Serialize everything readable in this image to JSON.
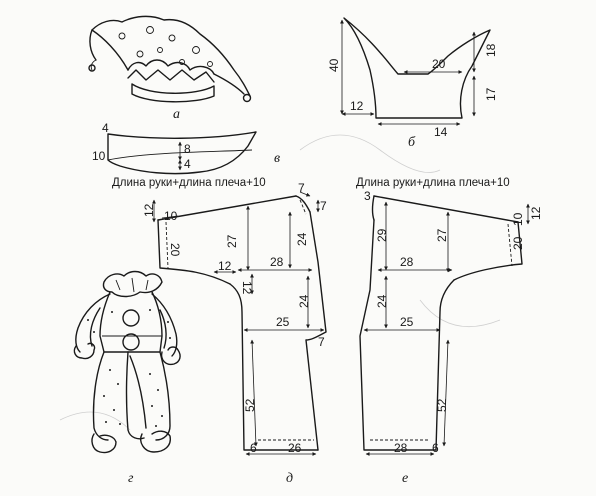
{
  "captions": {
    "left_sleeve_title": "Длина руки+длина плеча+10",
    "right_sleeve_title": "Длина руки+длина плеча+10"
  },
  "figure_letters": {
    "a": "а",
    "b": "б",
    "v": "в",
    "g": "г",
    "d": "д",
    "e": "е"
  },
  "hat_pattern": {
    "dim_40": "40",
    "dim_18": "18",
    "dim_20": "20",
    "dim_17": "17",
    "dim_12": "12",
    "dim_14": "14"
  },
  "band_pattern": {
    "dim_4_top": "4",
    "dim_8": "8",
    "dim_10": "10",
    "dim_4_bottom": "4"
  },
  "front_pattern": {
    "dim_7_top": "7",
    "dim_7_right": "7",
    "dim_12_left": "12",
    "dim_10": "10",
    "dim_20": "20",
    "dim_27": "27",
    "dim_24_upper": "24",
    "dim_12_mid": "12",
    "dim_28": "28",
    "dim_12_vert": "12",
    "dim_24_lower": "24",
    "dim_25": "25",
    "dim_7_crotch": "7",
    "dim_52": "52",
    "dim_6": "6",
    "dim_26": "26"
  },
  "back_pattern": {
    "dim_3": "3",
    "dim_12_right": "12",
    "dim_10": "10",
    "dim_29": "29",
    "dim_27": "27",
    "dim_20": "20",
    "dim_28": "28",
    "dim_24": "24",
    "dim_25": "25",
    "dim_52": "52",
    "dim_28_bottom": "28",
    "dim_6": "6"
  }
}
